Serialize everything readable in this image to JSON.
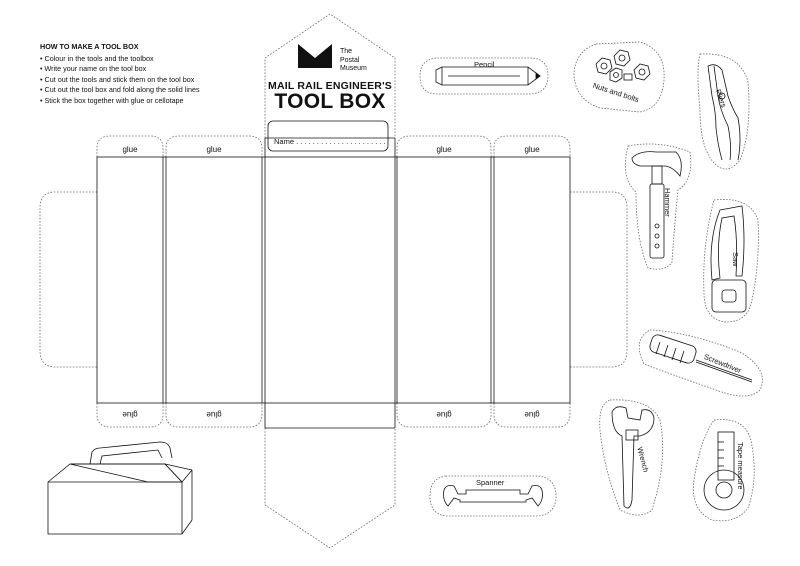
{
  "instructions": {
    "title": "HOW TO MAKE A TOOL BOX",
    "steps": [
      "Colour in the tools and the toolbox",
      "Write your name on the tool box",
      "Cut out the tools and stick them on the tool box",
      "Cut out the tool box and fold along the solid lines",
      "Stick the box together with glue or cellotape"
    ]
  },
  "logo": {
    "line1": "The",
    "line2": "Postal",
    "line3": "Museum",
    "icon": "postal-museum-logo-icon"
  },
  "header": {
    "subtitle": "MAIL RAIL ENGINEER'S",
    "title": "TOOL BOX",
    "name_label": "Name . . . . . . . . . . . . . . . . . . . . . ."
  },
  "flaps": {
    "top": [
      "glue",
      "glue",
      "glue",
      "glue"
    ],
    "bottom": [
      "glue",
      "glue",
      "glue",
      "glue"
    ]
  },
  "tools": {
    "pencil": "Pencil",
    "nuts": "Nuts and bolts",
    "pliers": "Pliers",
    "hammer": "Hammer",
    "saw": "Saw",
    "screwdriver": "Screwdriver",
    "wrench": "Wrench",
    "tape": "Tape measure",
    "spanner": "Spanner"
  },
  "colors": {
    "line": "#111111",
    "dotted": "#777777",
    "paper": "#ffffff"
  }
}
